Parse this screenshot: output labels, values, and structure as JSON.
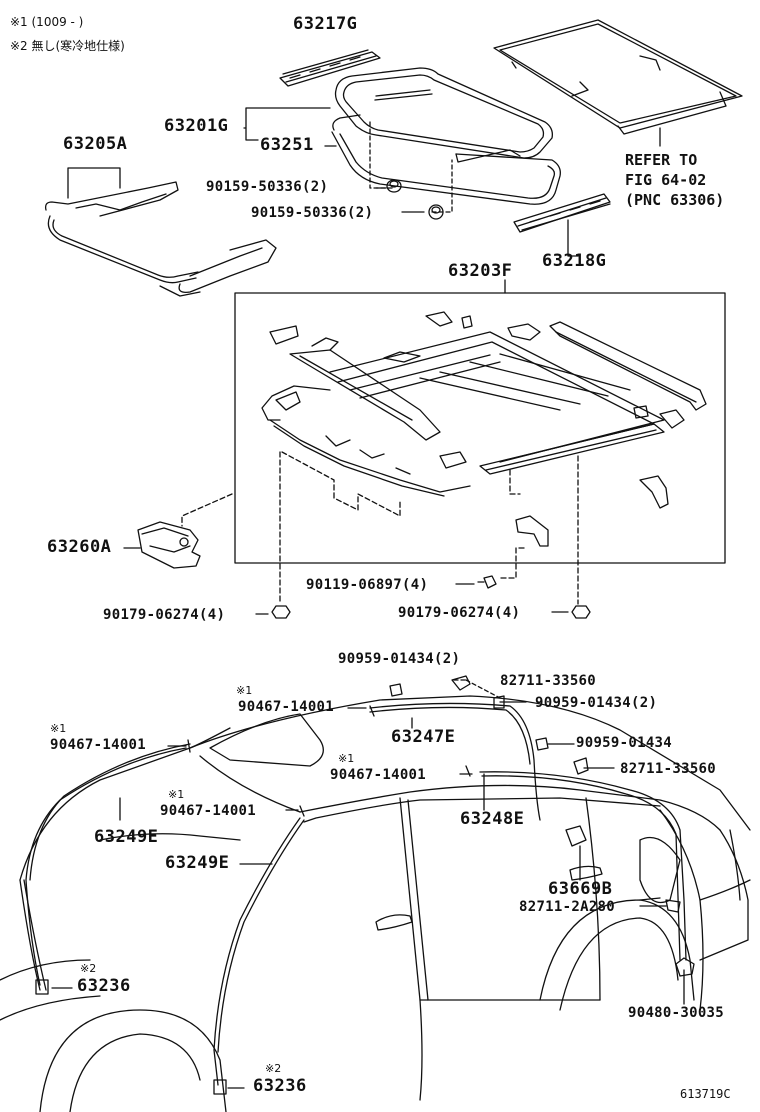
{
  "notes": {
    "note1": "※1 (1009 -        )",
    "note2": "※2 無し(寒冷地仕様)"
  },
  "marks": {
    "m1": "※1",
    "m2": "※2"
  },
  "parts": {
    "p63217G": "63217G",
    "p63201G": "63201G",
    "p63251": "63251",
    "p63205A": "63205A",
    "p90159a": "90159-50336(2)",
    "p90159b": "90159-50336(2)",
    "p63218G": "63218G",
    "p63203F": "63203F",
    "p63260A": "63260A",
    "p90119": "90119-06897(4)",
    "p90179a": "90179-06274(4)",
    "p90179b": "90179-06274(4)",
    "p90959a": "90959-01434(2)",
    "p82711a": "82711-33560",
    "p90959b": "90959-01434(2)",
    "p90467a": "90467-14001",
    "p63247E": "63247E",
    "p90959c": "90959-01434",
    "p90467b": "90467-14001",
    "p90467c": "90467-14001",
    "p82711b": "82711-33560",
    "p90467d": "90467-14001",
    "p63248E": "63248E",
    "p63249Ea": "63249E",
    "p63249Eb": "63249E",
    "p63669B": "63669B",
    "p82711c": "82711-2A280",
    "p63236a": "63236",
    "p63236b": "63236",
    "p90480": "90480-30035"
  },
  "refer": {
    "line1": "REFER TO",
    "line2": "FIG 64-02",
    "line3": "(PNC 63306)"
  },
  "figure_id": "613719C"
}
